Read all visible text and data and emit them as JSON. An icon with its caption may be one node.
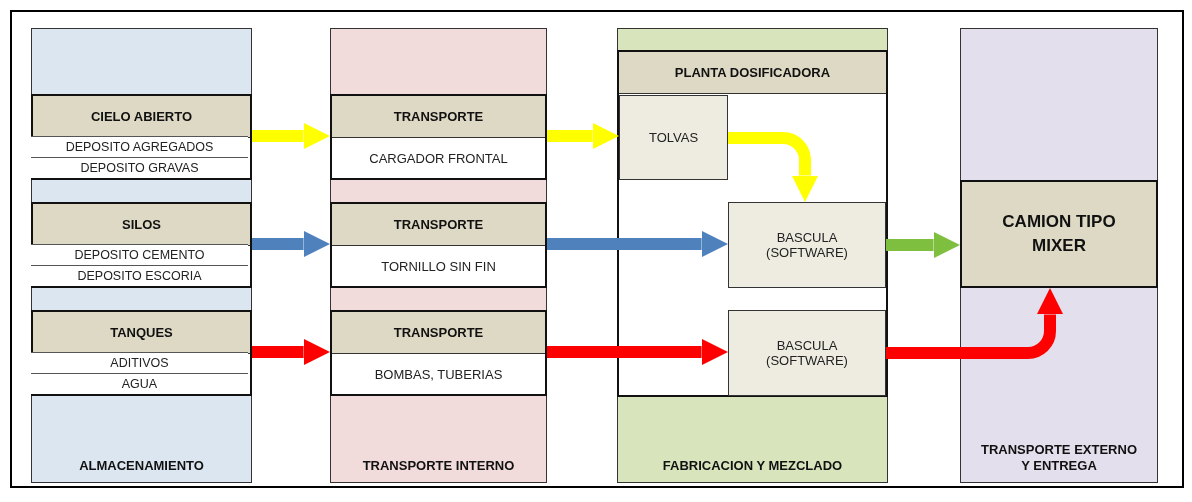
{
  "diagram": {
    "nodes": [
      {
        "text": [
          "ALMACENAMIENTO"
        ]
      },
      {
        "text": [
          "CIELO ABIERTO"
        ],
        "in": 0
      },
      {
        "text": [
          "DEPOSITO AGREGADOS"
        ],
        "in": 1
      },
      {
        "text": [
          "DEPOSITO GRAVAS"
        ],
        "in": 1
      },
      {
        "text": [
          "SILOS"
        ],
        "in": 0
      },
      {
        "text": [
          "DEPOSITO CEMENTO"
        ],
        "in": 4
      },
      {
        "text": [
          "DEPOSITO ESCORIA"
        ],
        "in": 4
      },
      {
        "text": [
          "TANQUES"
        ],
        "in": 0
      },
      {
        "text": [
          "ADITIVOS"
        ],
        "in": 7
      },
      {
        "text": [
          "AGUA"
        ],
        "in": 7
      },
      {
        "text": [
          "TRANSPORTE INTERNO"
        ]
      },
      {
        "text": [
          "TRANSPORTE",
          "CARGADOR FRONTAL"
        ],
        "in": 10
      },
      {
        "text": [
          "TRANSPORTE",
          "TORNILLO SIN FIN"
        ],
        "in": 10
      },
      {
        "text": [
          "TRANSPORTE",
          "BOMBAS, TUBERIAS"
        ],
        "in": 10
      },
      {
        "text": [
          "FABRICACION Y MEZCLADO"
        ]
      },
      {
        "text": [
          "PLANTA DOSIFICADORA"
        ],
        "in": 14
      },
      {
        "text": [
          "TOLVAS"
        ],
        "in": 15
      },
      {
        "text": [
          "BASCULA (SOFTWARE)"
        ],
        "in": 15
      },
      {
        "text": [
          "BASCULA (SOFTWARE)"
        ],
        "in": 15
      },
      {
        "text": [
          "TRANSPORTE EXTERNO Y ENTREGA"
        ]
      },
      {
        "text": [
          "CAMION TIPO MIXER"
        ],
        "in": 19
      }
    ],
    "edges": [
      {
        "from": 1,
        "to": 11,
        "arrow": "to",
        "color": "#ffff00"
      },
      {
        "from": 11,
        "to": 16,
        "arrow": "to",
        "color": "#ffff00"
      },
      {
        "from": 16,
        "to": 17,
        "arrow": "to",
        "color": "#ffff00"
      },
      {
        "from": 4,
        "to": 12,
        "arrow": "to",
        "color": "#4f81bd"
      },
      {
        "from": 12,
        "to": 17,
        "arrow": "to",
        "color": "#4f81bd"
      },
      {
        "from": 7,
        "to": 13,
        "arrow": "to",
        "color": "#ff0000"
      },
      {
        "from": 13,
        "to": 18,
        "arrow": "to",
        "color": "#ff0000"
      },
      {
        "from": 17,
        "to": 20,
        "arrow": "to",
        "color": "#7fbf3f"
      },
      {
        "from": 18,
        "to": 20,
        "arrow": "to",
        "color": "#ff0000"
      }
    ]
  }
}
